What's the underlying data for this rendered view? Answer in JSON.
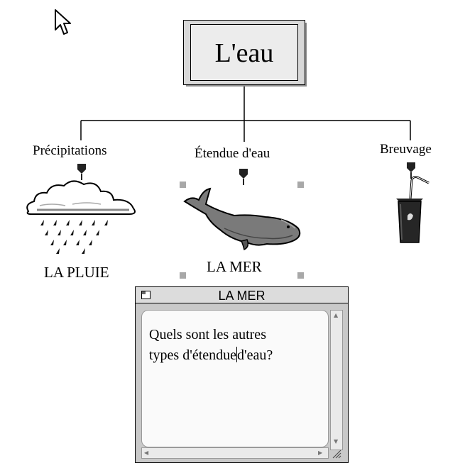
{
  "map": {
    "root_title": "L'eau",
    "branches": [
      {
        "label": "Précipitations",
        "caption": "LA PLUIE",
        "icon": "rain-cloud-icon"
      },
      {
        "label": "Étendue d'eau",
        "caption": "LA MER",
        "icon": "whale-icon"
      },
      {
        "label": "Breuvage",
        "caption": "",
        "icon": "drink-cup-icon"
      }
    ]
  },
  "note": {
    "title": "LA MER",
    "line1": "Quels sont les autres",
    "line2_before": "types d'étendue",
    "line2_after": "d'eau?"
  },
  "colors": {
    "background": "#ffffff",
    "frame": "#d8d8d8",
    "whale": "#7a7a7a"
  }
}
